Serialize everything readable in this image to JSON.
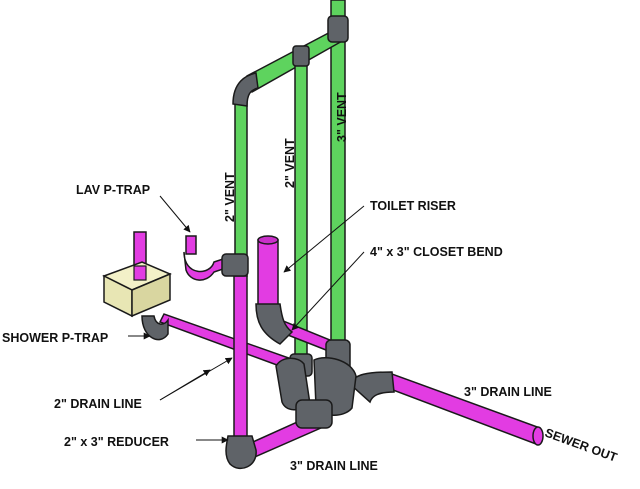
{
  "labels": {
    "lav_ptrap": "LAV P-TRAP",
    "shower_ptrap": "SHOWER P-TRAP",
    "drain_2in": "2\" DRAIN LINE",
    "reducer": "2\" x 3\" REDUCER",
    "drain_3in_bottom": "3\" DRAIN LINE",
    "drain_3in_right": "3\" DRAIN LINE",
    "sewer_out": "SEWER OUT",
    "toilet_riser": "TOILET RISER",
    "closet_bend": "4\" x 3\" CLOSET BEND",
    "vent_left": "2\" VENT",
    "vent_mid": "2\" VENT",
    "vent_right": "3\" VENT"
  },
  "colors": {
    "vent_pipe": "#5ed35e",
    "drain_pipe": "#e23ce2",
    "fitting": "#5f6368",
    "shower_box": "#e8e6b4",
    "outline": "#1a1a1a"
  }
}
